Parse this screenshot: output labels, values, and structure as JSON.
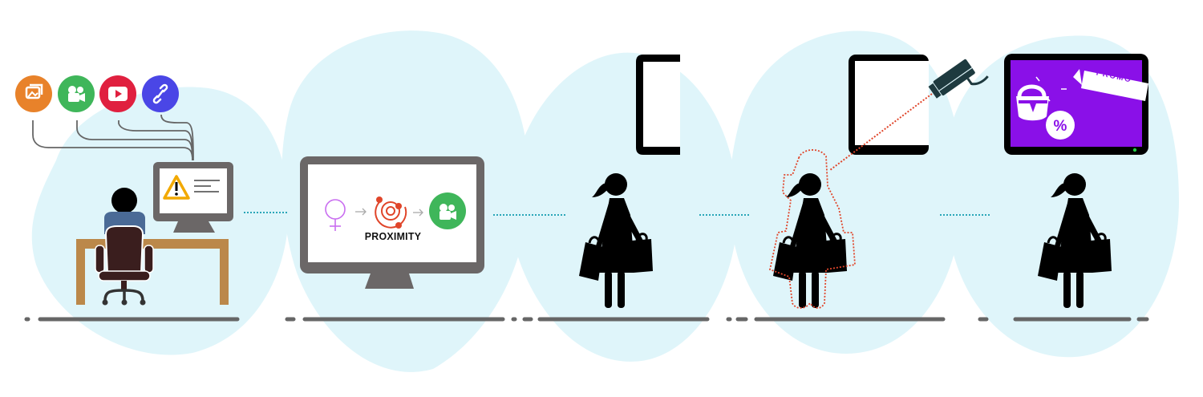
{
  "diagram": {
    "type": "process-flow",
    "background_blob_color": "#dff5fa",
    "ground_line_color": "#666666",
    "connector_color": "#2aa6b8",
    "stages": [
      {
        "id": "setup",
        "description": "Operator at desk configures content on a computer showing a warning alert",
        "content_sources": [
          {
            "icon": "image-icon",
            "color": "#e8822a"
          },
          {
            "icon": "video-camera-icon",
            "color": "#3fb65a"
          },
          {
            "icon": "youtube-play-icon",
            "color": "#e0203f"
          },
          {
            "icon": "link-icon",
            "color": "#4a46e6"
          }
        ],
        "monitor_icon": "warning-icon",
        "warning_color": "#f2a900"
      },
      {
        "id": "rule",
        "description": "Rule: female detected + proximity triggers video content",
        "rule_items": [
          {
            "icon": "female-symbol-icon",
            "color": "#c96ef0"
          },
          {
            "icon": "arrow-right-icon",
            "color": "#aaaaaa"
          },
          {
            "icon": "proximity-icon",
            "color": "#e0452a"
          },
          {
            "icon": "arrow-right-icon",
            "color": "#aaaaaa"
          },
          {
            "icon": "video-camera-icon",
            "color": "#3fb65a"
          }
        ],
        "label": "PROXIMITY"
      },
      {
        "id": "approach",
        "description": "Shopper approaches a blank display"
      },
      {
        "id": "detect",
        "description": "Camera detects shopper (highlighted with dotted outline)",
        "detection_color": "#e0452a",
        "camera_color": "#1e3a3f"
      },
      {
        "id": "deliver",
        "description": "Display shows targeted promotional content",
        "screen_color": "#8a10e8",
        "promo_text": "PROMO",
        "discount_symbol": "%",
        "status_led_color": "#22cc44"
      }
    ]
  }
}
